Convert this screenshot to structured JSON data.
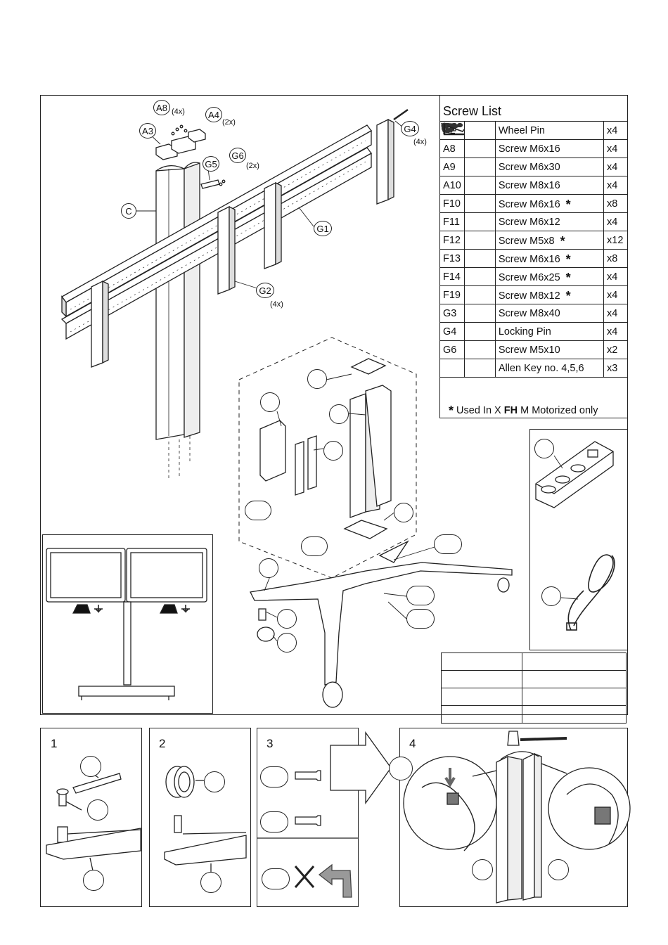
{
  "main_diagram": {
    "labels": {
      "a8": "A8",
      "a8_qty": "(4x)",
      "a4": "A4",
      "a4_qty": "(2x)",
      "a3": "A3",
      "g5": "G5",
      "g6": "G6",
      "g6_qty": "(2x)",
      "c": "C",
      "g1": "G1",
      "g2": "G2",
      "g2_qty": "(4x)",
      "g4": "G4",
      "g4_qty": "(4x)"
    }
  },
  "screw_list": {
    "title": "Screw List",
    "rows": [
      {
        "code": "A2",
        "icon": "wheel-pin-icon",
        "name": "Wheel Pin",
        "star": false,
        "qty": "x4"
      },
      {
        "code": "A8",
        "icon": "screw-short-icon",
        "name": "Screw M6x16",
        "star": false,
        "qty": "x4"
      },
      {
        "code": "A9",
        "icon": "screw-long-icon",
        "name": "Screw M6x30",
        "star": false,
        "qty": "x4"
      },
      {
        "code": "A10",
        "icon": "screw-socket-icon",
        "name": "Screw M8x16",
        "star": false,
        "qty": "x4"
      },
      {
        "code": "F10",
        "icon": "screw-medium-icon",
        "name": "Screw M6x16",
        "star": true,
        "qty": "x8"
      },
      {
        "code": "F11",
        "icon": "screw-socket-icon",
        "name": "Screw M6x12",
        "star": false,
        "qty": "x4"
      },
      {
        "code": "F12",
        "icon": "screw-short-icon",
        "name": "Screw M5x8",
        "star": true,
        "qty": "x12"
      },
      {
        "code": "F13",
        "icon": "screw-medium-icon",
        "name": "Screw M6x16",
        "star": true,
        "qty": "x8"
      },
      {
        "code": "F14",
        "icon": "screw-long-icon",
        "name": "Screw M6x25",
        "star": true,
        "qty": "x4"
      },
      {
        "code": "F19",
        "icon": "screw-socket-icon",
        "name": "Screw M8x12",
        "star": true,
        "qty": "x4"
      },
      {
        "code": "G3",
        "icon": "screw-long-icon",
        "name": "Screw M8x40",
        "star": false,
        "qty": "x4"
      },
      {
        "code": "G4",
        "icon": "locking-pin-icon",
        "name": "Locking Pin",
        "star": false,
        "qty": "x4"
      },
      {
        "code": "G6",
        "icon": "screw-tiny-icon",
        "name": "Screw M5x10",
        "star": false,
        "qty": "x2"
      },
      {
        "code": "",
        "icon": "allen-key-icon",
        "name": "Allen Key no. 4,5,6",
        "star": false,
        "qty": "x3"
      }
    ],
    "star_glyph": "*",
    "footnote_pre": "Used In X ",
    "footnote_bold": "FH",
    "footnote_post": " M Motorized only"
  },
  "steps": [
    {
      "number": "1"
    },
    {
      "number": "2"
    },
    {
      "number": "3"
    },
    {
      "number": "4"
    }
  ]
}
